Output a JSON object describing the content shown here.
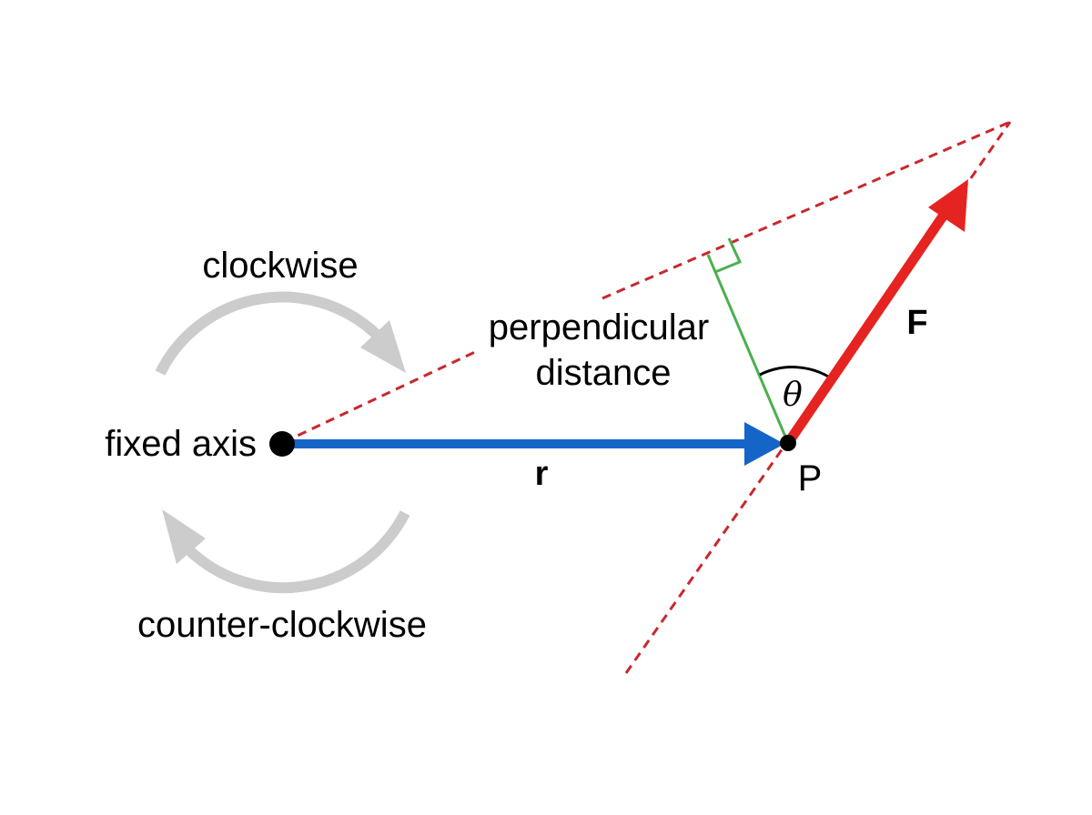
{
  "labels": {
    "clockwise": "clockwise",
    "counter_clockwise": "counter-clockwise",
    "fixed_axis": "fixed axis",
    "perpendicular_line1": "perpendicular",
    "perpendicular_line2": "distance",
    "r": "r",
    "F": "F",
    "P": "P",
    "theta": "θ"
  },
  "colors": {
    "position_vector": "#1565c8",
    "force_vector": "#e52421",
    "line_of_action": "#c8282e",
    "perpendicular": "#4caf50",
    "rotation_arrows": "#cccccc",
    "point": "#000000"
  }
}
